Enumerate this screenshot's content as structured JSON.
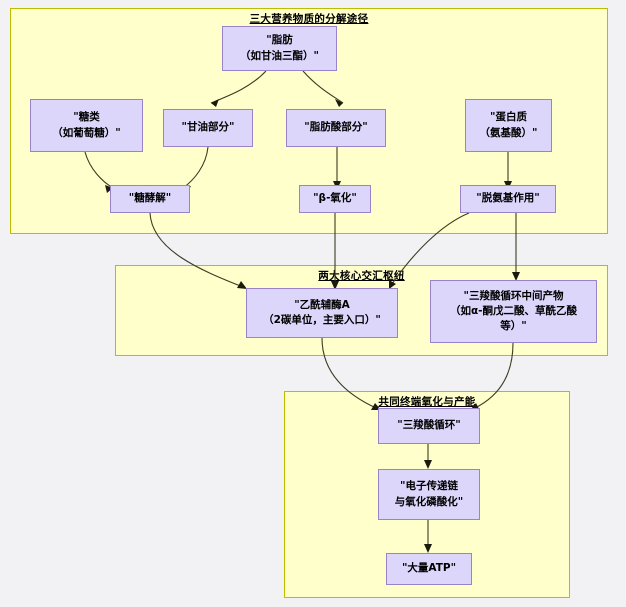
{
  "diagram": {
    "title": "三大营养物质的分解途径",
    "background_color": "#f2f2f5",
    "cluster_fill": "#ffffcc",
    "cluster_border": "#bdbd00",
    "node_fill": "#ddd6fb",
    "node_border": "#9a83c9",
    "edge_color": "#3b3b22"
  },
  "clusters": [
    {
      "id": "cluster-nutrient-breakdown",
      "title": "三大营养物质的分解途径"
    },
    {
      "id": "cluster-core-hubs",
      "title": "两大核心交汇枢纽"
    },
    {
      "id": "cluster-terminal-oxidation",
      "title": "共同终端氧化与产能"
    }
  ],
  "nodes": [
    {
      "id": "fat",
      "label": "\"脂肪\n（如甘油三酯）\""
    },
    {
      "id": "carbohydrate",
      "label": "\"糖类\n（如葡萄糖）\""
    },
    {
      "id": "glycerol",
      "label": "\"甘油部分\""
    },
    {
      "id": "fatty-acid",
      "label": "\"脂肪酸部分\""
    },
    {
      "id": "protein",
      "label": "\"蛋白质\n（氨基酸）\""
    },
    {
      "id": "glycolysis",
      "label": "\"糖酵解\""
    },
    {
      "id": "beta-oxidation",
      "label": "\"β-氧化\""
    },
    {
      "id": "deamination",
      "label": "\"脱氨基作用\""
    },
    {
      "id": "acetyl-coa",
      "label": "\"乙酰辅酶A\n（2碳单位，主要入口）\""
    },
    {
      "id": "tca-intermediates",
      "label": "\"三羧酸循环中间产物\n（如α-酮戊二酸、草酰乙酸\n等）\""
    },
    {
      "id": "tca-cycle",
      "label": "\"三羧酸循环\""
    },
    {
      "id": "etc-oxphos",
      "label": "\"电子传递链\n与氧化磷酸化\""
    },
    {
      "id": "atp",
      "label": "\"大量ATP\""
    }
  ],
  "edges": [
    {
      "from": "fat",
      "to": "glycerol"
    },
    {
      "from": "fat",
      "to": "fatty-acid"
    },
    {
      "from": "carbohydrate",
      "to": "glycolysis"
    },
    {
      "from": "glycerol",
      "to": "glycolysis"
    },
    {
      "from": "fatty-acid",
      "to": "beta-oxidation"
    },
    {
      "from": "protein",
      "to": "deamination"
    },
    {
      "from": "glycolysis",
      "to": "acetyl-coa"
    },
    {
      "from": "beta-oxidation",
      "to": "acetyl-coa"
    },
    {
      "from": "deamination",
      "to": "acetyl-coa"
    },
    {
      "from": "deamination",
      "to": "tca-intermediates"
    },
    {
      "from": "acetyl-coa",
      "to": "tca-cycle"
    },
    {
      "from": "tca-intermediates",
      "to": "tca-cycle"
    },
    {
      "from": "tca-cycle",
      "to": "etc-oxphos"
    },
    {
      "from": "etc-oxphos",
      "to": "atp"
    }
  ]
}
